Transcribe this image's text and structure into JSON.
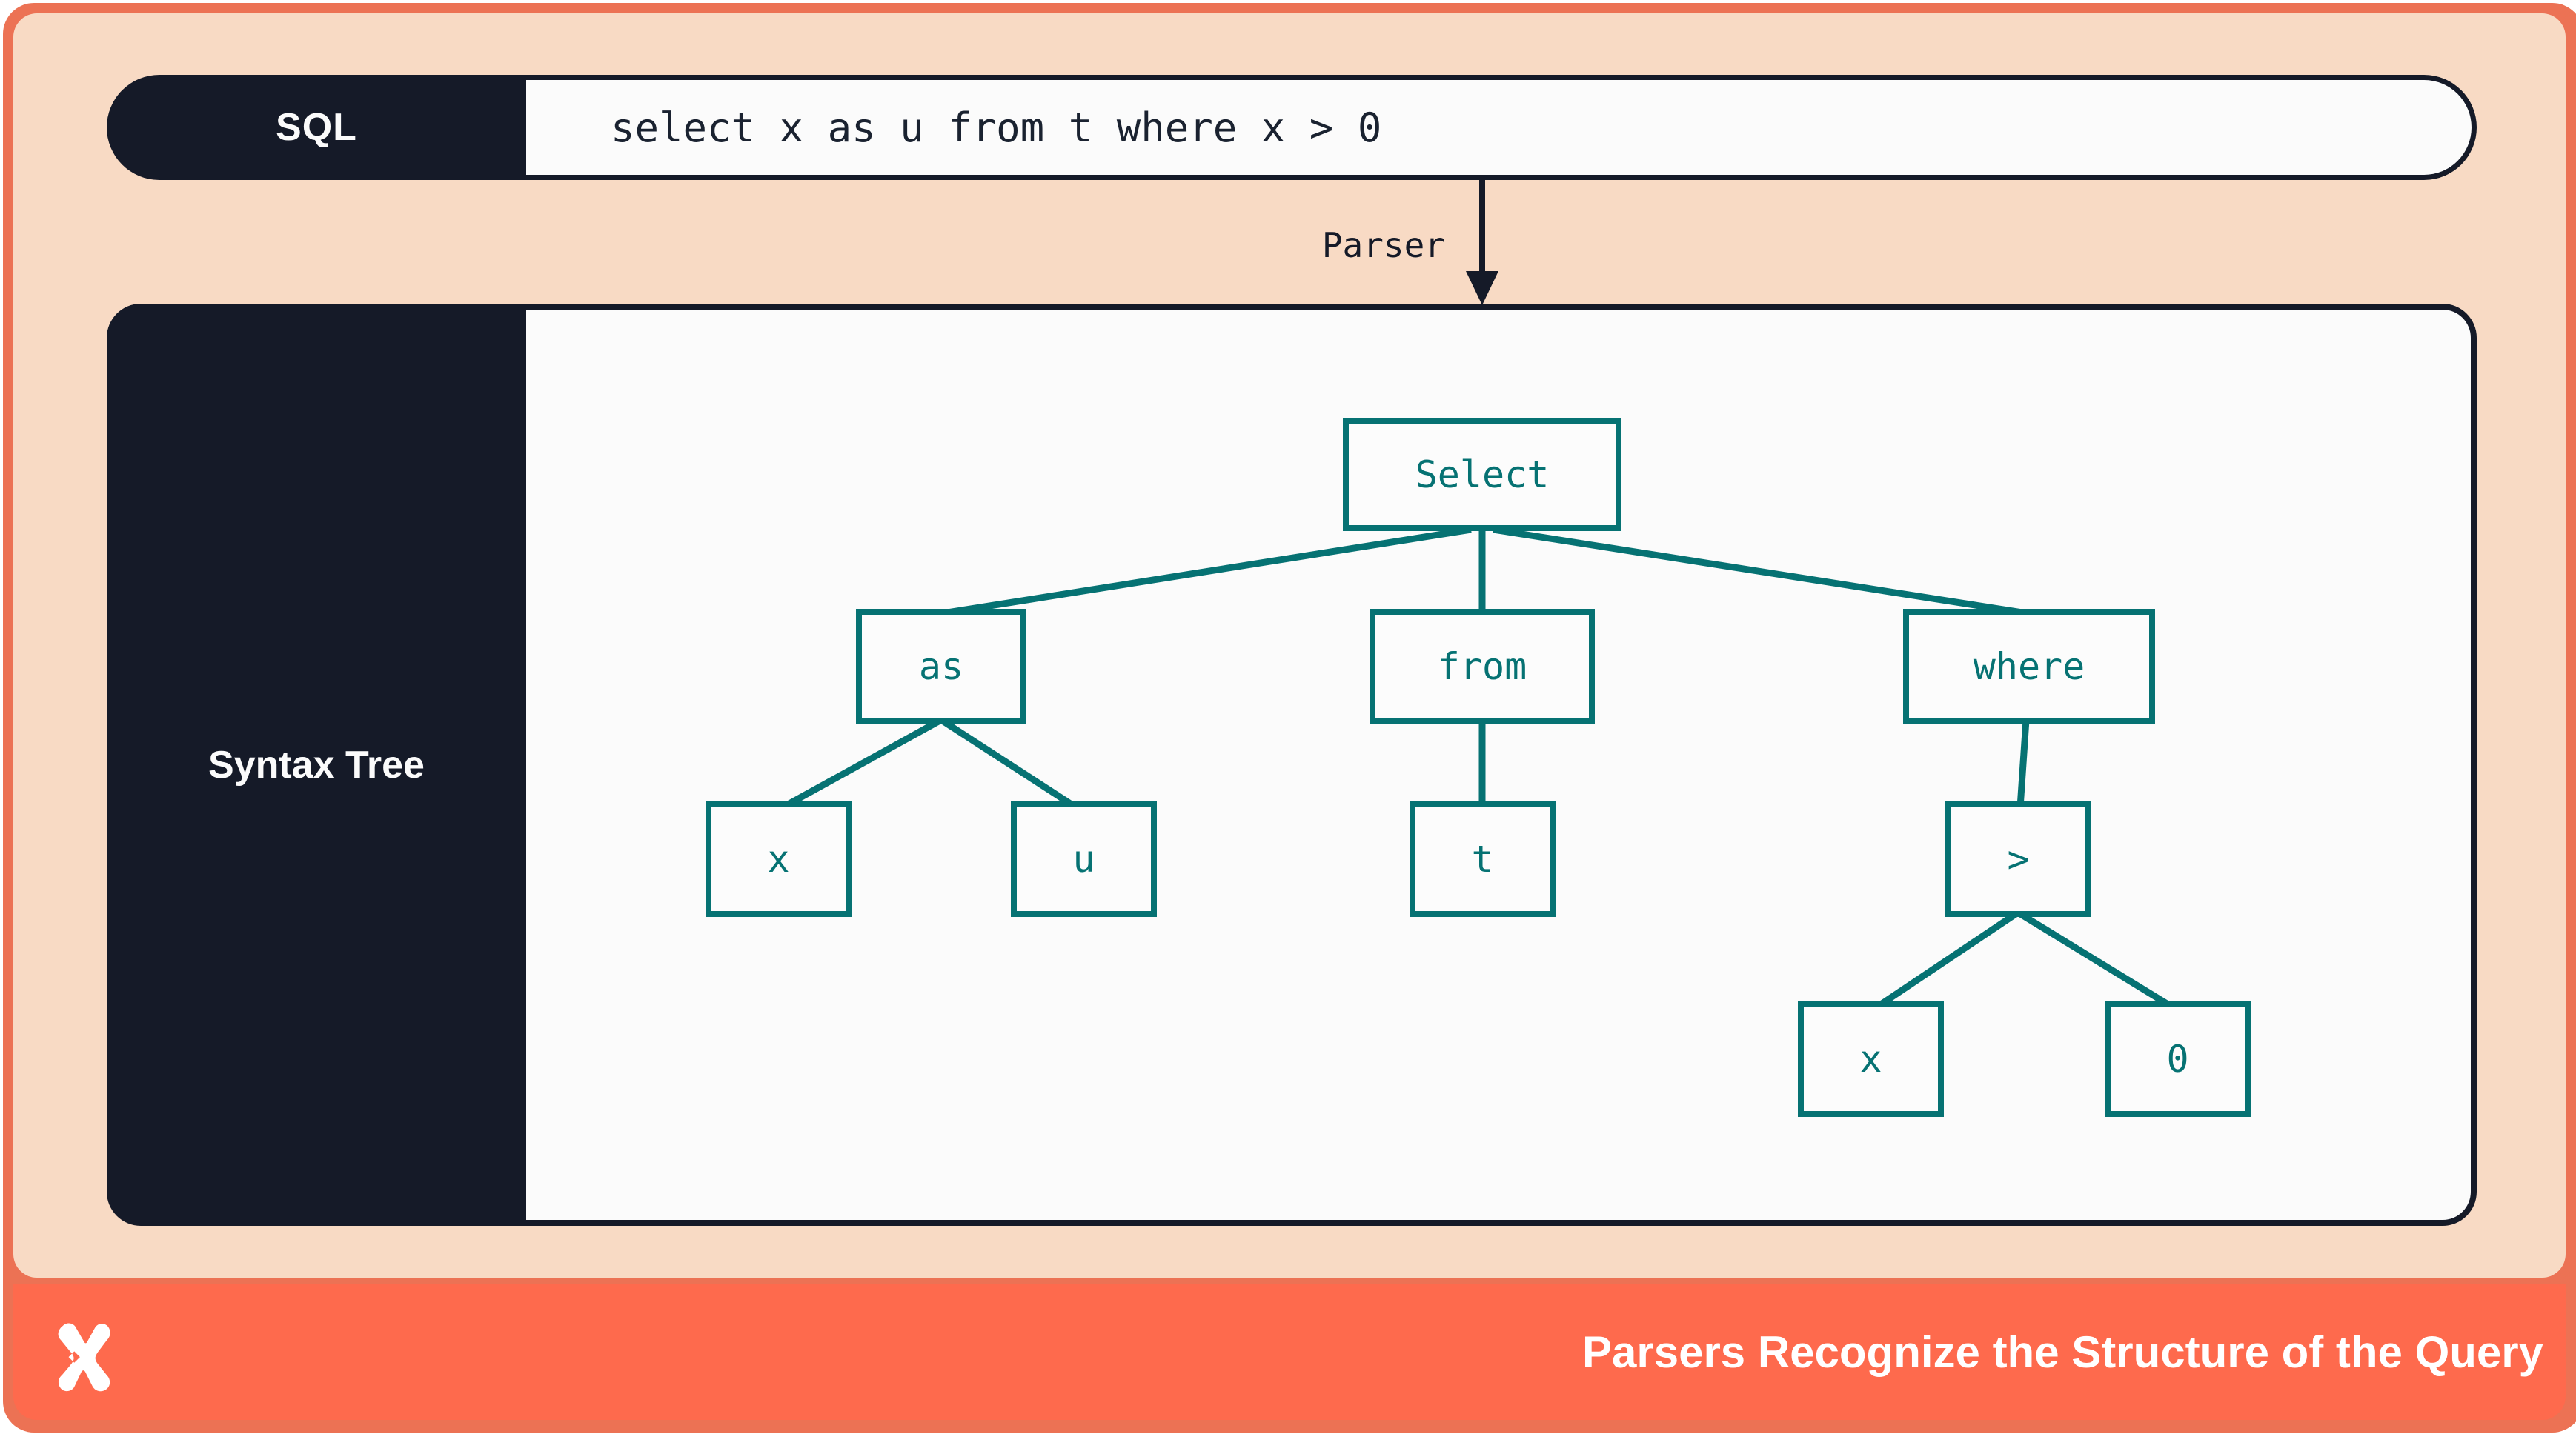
{
  "colors": {
    "frame_orange": "#ec7254",
    "footer_orange": "#fe6a4d",
    "peach": "#f8dac4",
    "navy": "#151a28",
    "teal": "#067273",
    "panel_white": "#fbfbfb"
  },
  "sql_bar": {
    "label": "SQL",
    "query": "select x as u from t where x > 0"
  },
  "parser_step": {
    "label": "Parser"
  },
  "syntax_tree_panel": {
    "label": "Syntax Tree"
  },
  "tree": {
    "nodes": [
      {
        "id": "select",
        "label": "Select"
      },
      {
        "id": "as",
        "label": "as"
      },
      {
        "id": "from",
        "label": "from"
      },
      {
        "id": "where",
        "label": "where"
      },
      {
        "id": "x-alias",
        "label": "x"
      },
      {
        "id": "u",
        "label": "u"
      },
      {
        "id": "t",
        "label": "t"
      },
      {
        "id": "gt",
        "label": ">"
      },
      {
        "id": "x-cond",
        "label": "x"
      },
      {
        "id": "zero",
        "label": "0"
      }
    ],
    "edges": [
      [
        "select",
        "as"
      ],
      [
        "select",
        "from"
      ],
      [
        "select",
        "where"
      ],
      [
        "as",
        "x-alias"
      ],
      [
        "as",
        "u"
      ],
      [
        "from",
        "t"
      ],
      [
        "where",
        "gt"
      ],
      [
        "gt",
        "x-cond"
      ],
      [
        "gt",
        "zero"
      ]
    ]
  },
  "footer": {
    "caption": "Parsers Recognize the Structure of the Query",
    "logo": "star-logo"
  }
}
